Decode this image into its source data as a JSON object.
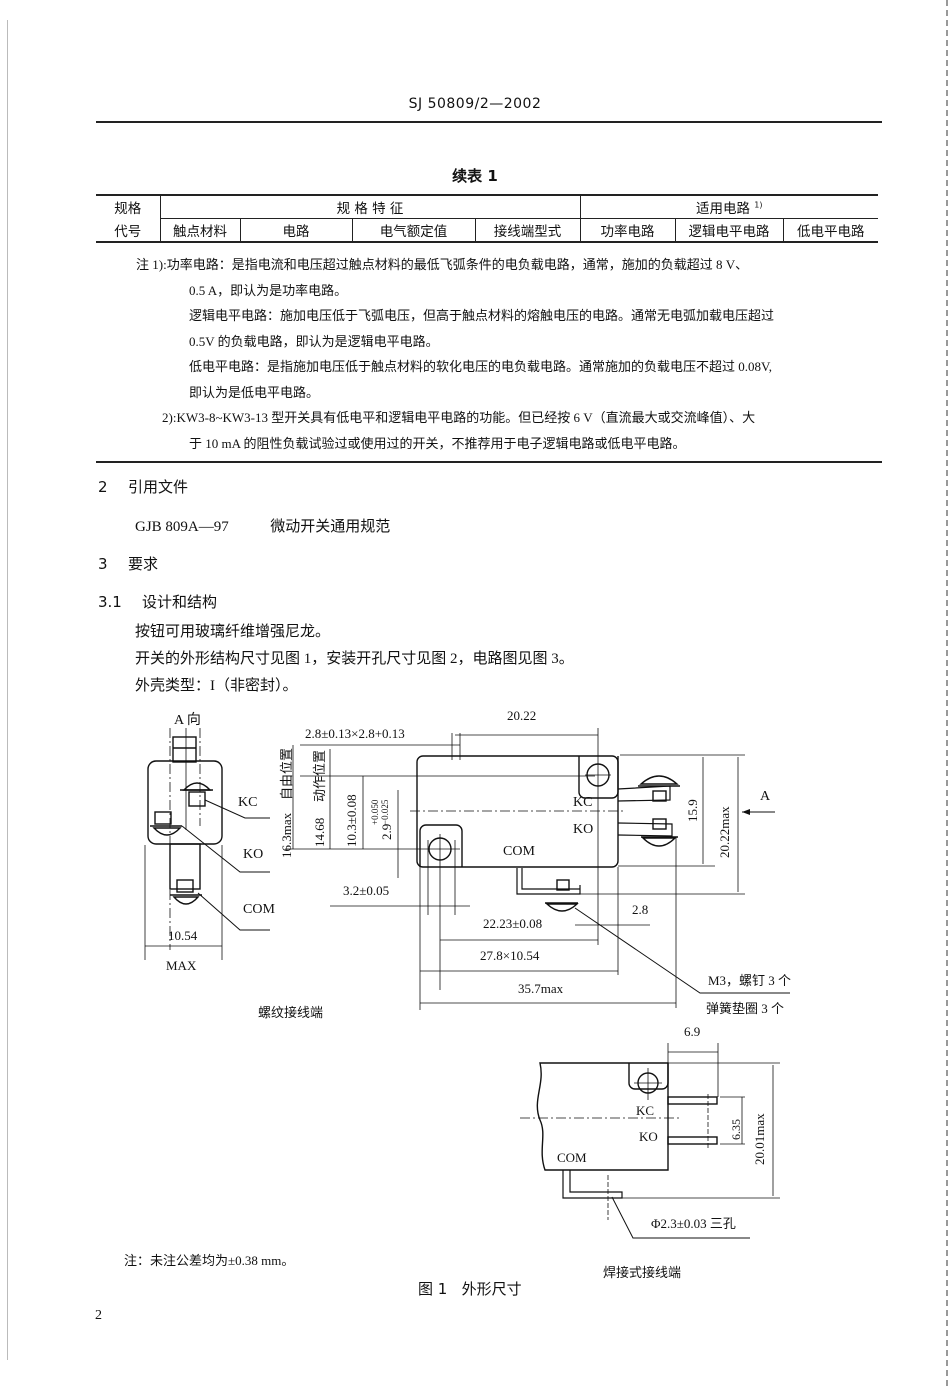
{
  "header": {
    "doc_code": "SJ 50809/2—2002"
  },
  "table": {
    "title": "续表 1",
    "row1": {
      "code_label_top": "规格",
      "spec_features": "规 格 特 征",
      "applicable_circuits": "适用电路",
      "applicable_footnote": "1)"
    },
    "row2": {
      "code_label_bottom": "代号",
      "columns": [
        "触点材料",
        "电路",
        "电气额定值",
        "接线端型式",
        "功率电路",
        "逻辑电平电路",
        "低电平电路"
      ]
    }
  },
  "notes": {
    "note1_label": "注 1):",
    "note1_line1": "功率电路：是指电流和电压超过触点材料的最低飞弧条件的电负载电路，通常，施加的负载超过 8 V、",
    "note1_line2": "0.5 A，即认为是功率电路。",
    "note1_line3": "逻辑电平电路：施加电压低于飞弧电压，但高于触点材料的熔触电压的电路。通常无电弧加载电压超过",
    "note1_line4": "0.5V 的负载电路，即认为是逻辑电平电路。",
    "note1_line5": "低电平电路：是指施加电压低于触点材料的软化电压的电负载电路。通常施加的负载电压不超过 0.08V,",
    "note1_line6": "即认为是低电平电路。",
    "note2_label": "2):",
    "note2_line1": "KW3-8~KW3-13 型开关具有低电平和逻辑电平电路的功能。但已经按 6 V（直流最大或交流峰值）、大",
    "note2_line2": "于 10 mA 的阻性负载试验过或使用过的开关，不推荐用于电子逻辑电路或低电平电路。"
  },
  "sections": {
    "s2": {
      "num": "2",
      "title": "引用文件"
    },
    "s2_ref": {
      "code": "GJB 809A—97",
      "title": "微动开关通用规范"
    },
    "s3": {
      "num": "3",
      "title": "要求"
    },
    "s31": {
      "num": "3.1",
      "title": "设计和结构"
    },
    "s31_paragraphs": [
      "按钮可用玻璃纤维增强尼龙。",
      "开关的外形结构尺寸见图 1，安装开孔尺寸见图 2，电路图见图 3。",
      "外壳类型：I（非密封）。"
    ]
  },
  "figure": {
    "view_a_label": "A 向",
    "kc": "KC",
    "ko": "KO",
    "com": "COM",
    "dim_10_54": "10.54",
    "max": "MAX",
    "dim_terminal": "2.8±0.13×2.8+0.13",
    "dim_20_22": "20.22",
    "dim_16_3": "16.3max",
    "free_pos": "自由位置",
    "dim_14_68": "14.68",
    "op_pos": "动作位置",
    "dim_10_3": "10.3±0.08",
    "dim_2_9": "2.9",
    "tol_plus": "+0.050",
    "tol_minus": "−0.025",
    "dim_3_2": "3.2±0.05",
    "dim_22_23": "22.23±0.08",
    "dim_27_8": "27.8×10.54",
    "dim_35_7": "35.7max",
    "dim_2_8": "2.8",
    "dim_15_9": "15.9",
    "dim_20_22max": "20.22max",
    "arrow_a": "A",
    "m3_screws": "M3，螺钉 3 个",
    "spring_washers": "弹簧垫圈 3 个",
    "screw_terminal_caption": "螺纹接线端",
    "dim_6_9": "6.9",
    "dim_6_35": "6.35",
    "dim_20_01": "20.01max",
    "hole": "Φ2.3±0.03 三孔",
    "solder_terminal_caption": "焊接式接线端",
    "tolerance_note": "注：未注公差均为±0.38 mm。",
    "caption": "图 1   外形尺寸"
  },
  "page_number": "2"
}
